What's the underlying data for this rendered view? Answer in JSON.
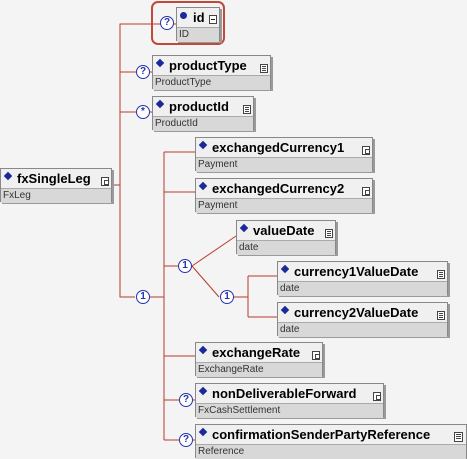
{
  "root": {
    "name": "fxSingleLeg",
    "type": "FxLeg"
  },
  "root_sequence_indicator": "1",
  "nodes": [
    {
      "name": "id",
      "type": "ID",
      "indicator": "?"
    },
    {
      "name": "productType",
      "type": "ProductType",
      "indicator": "?"
    },
    {
      "name": "productId",
      "type": "ProductId",
      "indicator": "*"
    },
    {
      "name": "exchangedCurrency1",
      "type": "Payment"
    },
    {
      "name": "exchangedCurrency2",
      "type": "Payment"
    },
    {
      "name": "valueDate",
      "type": "date"
    },
    {
      "name": "currency1ValueDate",
      "type": "date"
    },
    {
      "name": "currency2ValueDate",
      "type": "date"
    },
    {
      "name": "exchangeRate",
      "type": "ExchangeRate"
    },
    {
      "name": "nonDeliverableForward",
      "type": "FxCashSettlement",
      "indicator": "?"
    },
    {
      "name": "confirmationSenderPartyReference",
      "type": "Reference",
      "indicator": "?"
    }
  ],
  "choice_indicator": "1",
  "inner_sequence_indicator": "1",
  "colors": {
    "connector": "#b43c2c",
    "marker": "#1a2a9a",
    "indicator": "#2233aa",
    "selection": "#c04a3a"
  }
}
